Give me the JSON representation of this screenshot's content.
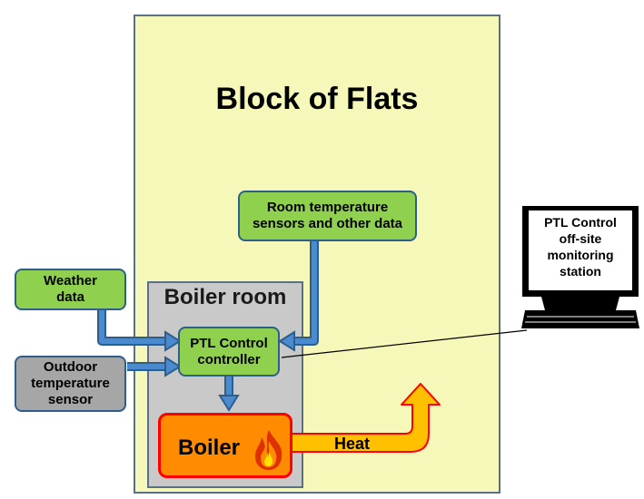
{
  "diagram": {
    "building_title": "Block of Flats",
    "boiler_room_title": "Boiler room",
    "nodes": {
      "room_sensors": [
        "Room temperature",
        "sensors and other data"
      ],
      "weather": [
        "Weather",
        "data"
      ],
      "outdoor_sensor": [
        "Outdoor",
        "temperature",
        "sensor"
      ],
      "controller": [
        "PTL Control",
        "controller"
      ],
      "boiler": "Boiler",
      "monitoring": [
        "PTL Control",
        "off-site",
        "monitoring",
        "station"
      ]
    },
    "edge_labels": {
      "heat": "Heat"
    }
  },
  "colors": {
    "building_fill": "#f5f8b8",
    "green_box": "#8fd14f",
    "gray_box": "#a6a6a6",
    "boiler_fill": "#ff8c00",
    "boiler_border": "#ff0000",
    "arrow_blue": "#3a78b8",
    "heat_arrow": "#ffc000"
  },
  "icons": [
    "flame-icon",
    "computer-monitor-icon"
  ]
}
